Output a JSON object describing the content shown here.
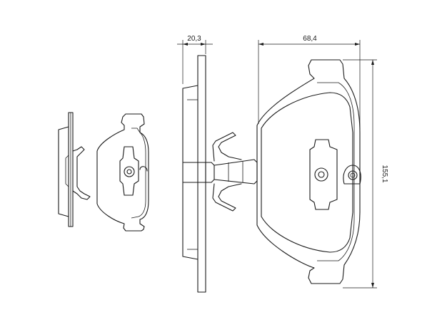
{
  "dimensions": {
    "thickness": "20,3",
    "width": "68,4",
    "height": "155,1"
  },
  "colors": {
    "line": "#1a1a1a",
    "background": "#ffffff"
  }
}
